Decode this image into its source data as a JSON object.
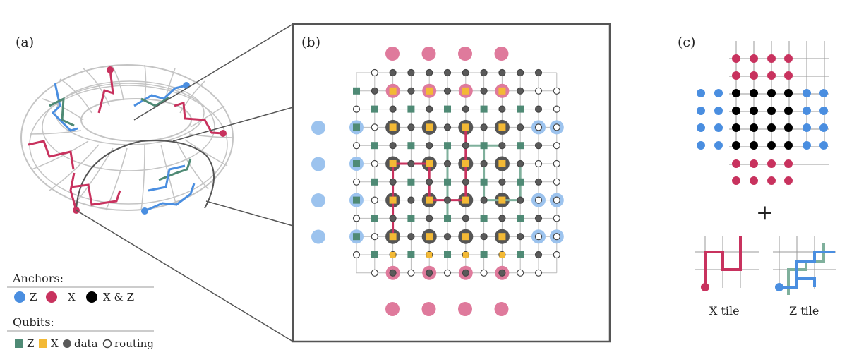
{
  "panels": {
    "a": {
      "label": "(a)"
    },
    "b": {
      "label": "(b)"
    },
    "c": {
      "label": "(c)",
      "plus": "+",
      "x_tile": "X tile",
      "z_tile": "Z tile"
    }
  },
  "legend": {
    "anchors_title": "Anchors:",
    "anchor_z": "Z",
    "anchor_x": "X",
    "anchor_xz": "X & Z",
    "qubits_title": "Qubits:",
    "qubit_z": "Z",
    "qubit_x": "X",
    "qubit_data": "data",
    "qubit_routing": "routing"
  },
  "colors": {
    "z_anchor": "#4a8ee0",
    "x_anchor": "#c8325e",
    "xz_anchor": "#000000",
    "z_qubit": "#4f8a75",
    "x_qubit": "#f3b935",
    "data_qubit": "#5a5a5a",
    "routing_qubit": "#ffffff",
    "grid": "#bbbbbb",
    "z_halo": "#9cc3ee",
    "x_halo": "#df7a9c"
  }
}
